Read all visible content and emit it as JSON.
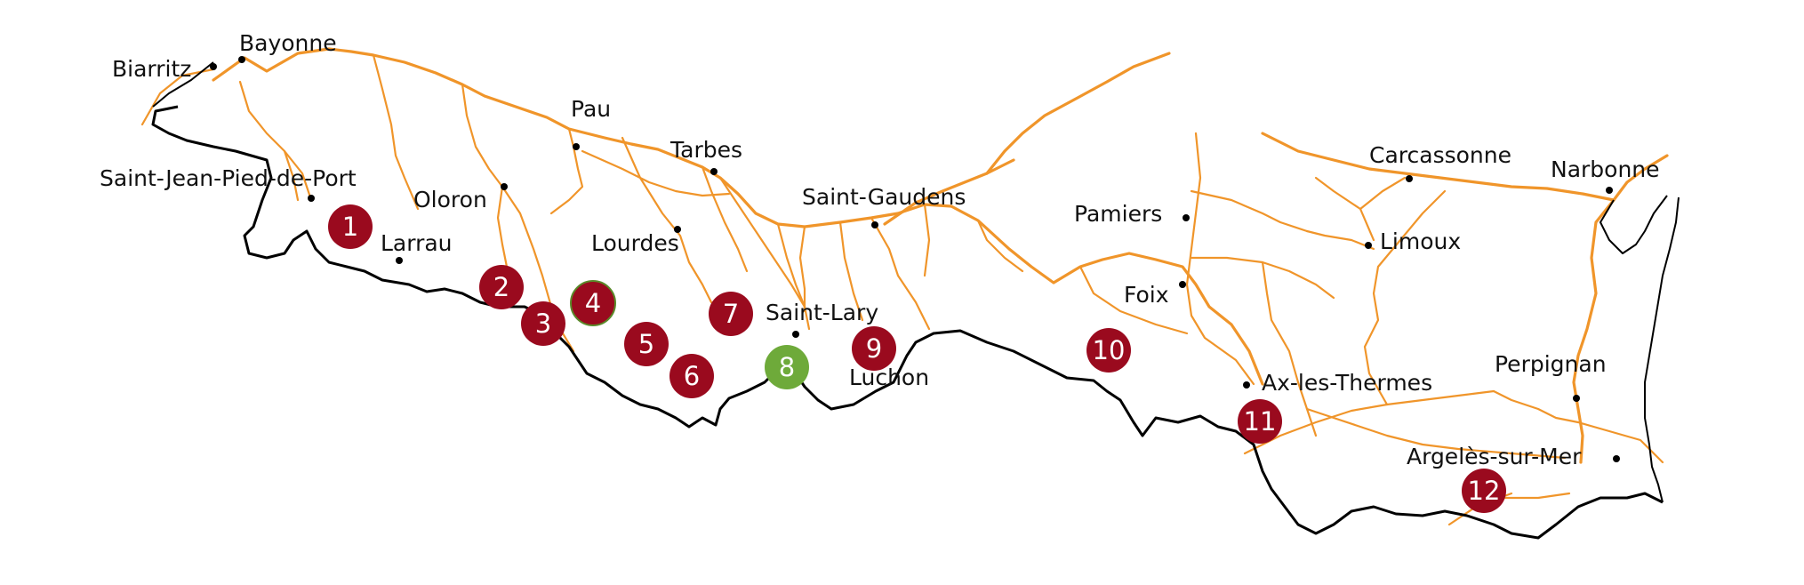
{
  "colors": {
    "marker_default": "#9a0a1e",
    "marker_highlight": "#6eaa3a",
    "road": "#f0952a",
    "border": "#000000"
  },
  "cities": [
    {
      "name": "Biarritz"
    },
    {
      "name": "Bayonne"
    },
    {
      "name": "Saint-Jean-Pied-de-Port"
    },
    {
      "name": "Oloron"
    },
    {
      "name": "Larrau"
    },
    {
      "name": "Pau"
    },
    {
      "name": "Lourdes"
    },
    {
      "name": "Tarbes"
    },
    {
      "name": "Saint-Gaudens"
    },
    {
      "name": "Saint-Lary"
    },
    {
      "name": "Luchon"
    },
    {
      "name": "Pamiers"
    },
    {
      "name": "Foix"
    },
    {
      "name": "Carcassonne"
    },
    {
      "name": "Limoux"
    },
    {
      "name": "Narbonne"
    },
    {
      "name": "Ax-les-Thermes"
    },
    {
      "name": "Perpignan"
    },
    {
      "name": "Argelès-sur-Mer"
    }
  ],
  "markers": [
    {
      "label": "1",
      "highlighted": false
    },
    {
      "label": "2",
      "highlighted": false
    },
    {
      "label": "3",
      "highlighted": false
    },
    {
      "label": "4",
      "highlighted": false
    },
    {
      "label": "5",
      "highlighted": false
    },
    {
      "label": "6",
      "highlighted": false
    },
    {
      "label": "7",
      "highlighted": false
    },
    {
      "label": "8",
      "highlighted": true
    },
    {
      "label": "9",
      "highlighted": false
    },
    {
      "label": "10",
      "highlighted": false
    },
    {
      "label": "11",
      "highlighted": false
    },
    {
      "label": "12",
      "highlighted": false
    }
  ]
}
